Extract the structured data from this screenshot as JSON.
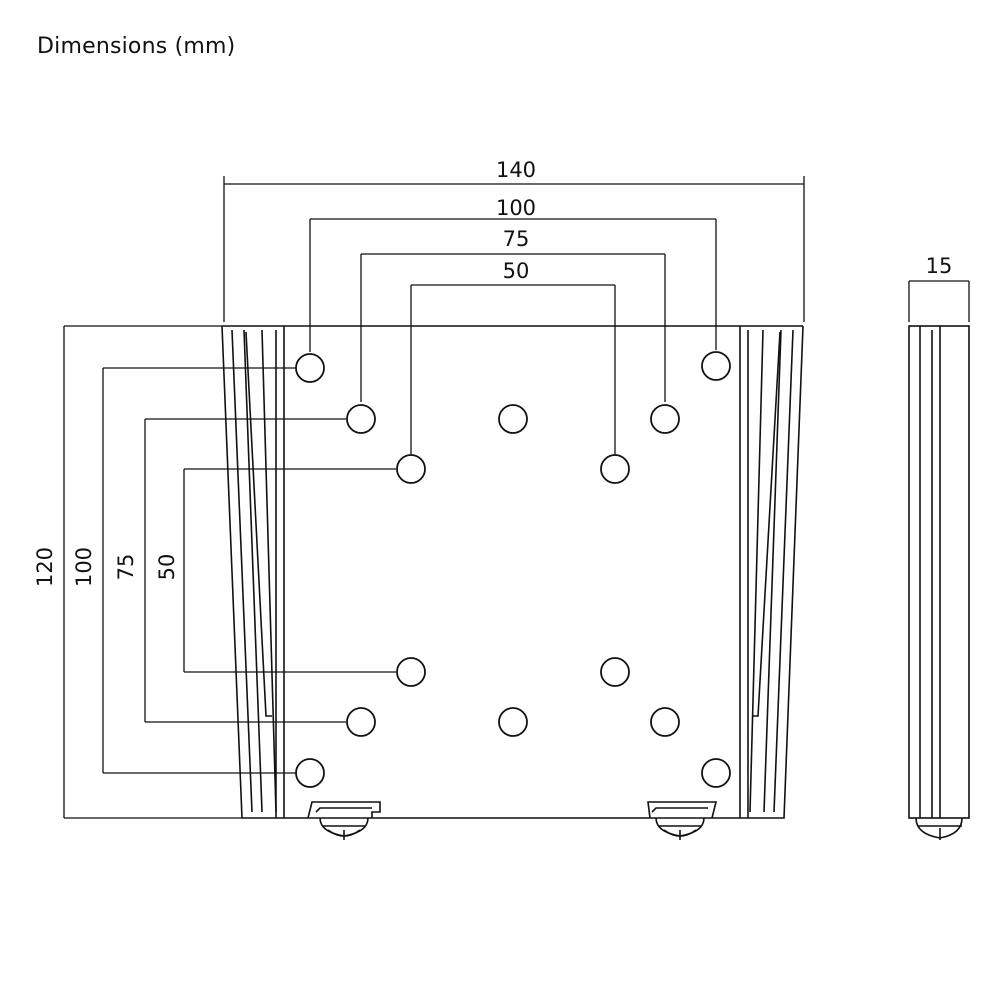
{
  "title": "Dimensions (mm)",
  "dimensions": {
    "width_total": "140",
    "width_100": "100",
    "width_75": "75",
    "width_50": "50",
    "height_total": "120",
    "height_100": "100",
    "height_75": "75",
    "height_50": "50",
    "depth": "15"
  }
}
